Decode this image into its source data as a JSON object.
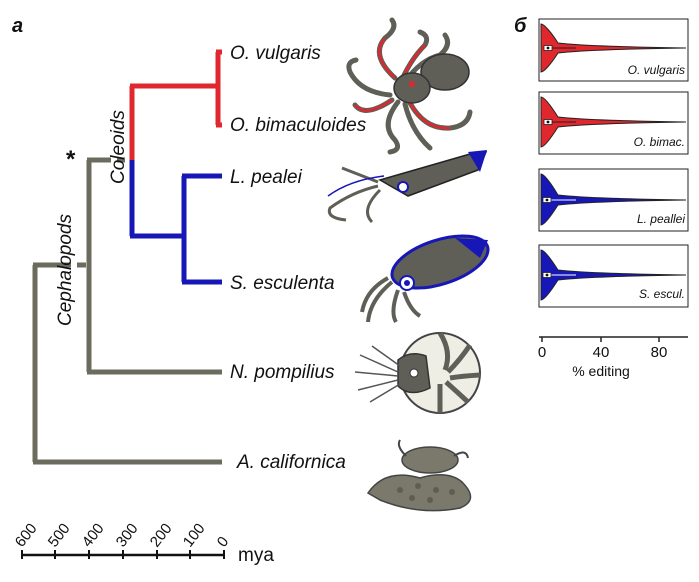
{
  "panel_a": {
    "label": "а",
    "clade_labels": {
      "coleoids": "Coleoids",
      "cephalopods": "Cephalopods"
    },
    "marker": "*",
    "species": [
      {
        "name": "O. vulgaris",
        "color": "#e0272e"
      },
      {
        "name": "O. bimaculoides",
        "color": "#e0272e"
      },
      {
        "name": "L. pealei",
        "color": "#1717b8"
      },
      {
        "name": "S. esculenta",
        "color": "#1717b8"
      },
      {
        "name": "N. pompilius",
        "color": "#6b6b5e"
      },
      {
        "name": "A. californica",
        "color": "#6b6b5e"
      }
    ],
    "time_axis": {
      "ticks": [
        "600",
        "500",
        "400",
        "300",
        "200",
        "100",
        "0"
      ],
      "unit": "mya"
    }
  },
  "panel_b": {
    "label": "б",
    "xlabel": "% editing",
    "xticks": [
      "0",
      "40",
      "80"
    ],
    "violins": [
      {
        "name": "O. vulgaris",
        "color": "#e0272e"
      },
      {
        "name": "O. bimac.",
        "color": "#e0272e"
      },
      {
        "name": "L. peallei",
        "color": "#1717b8"
      },
      {
        "name": "S. escul.",
        "color": "#1717b8"
      }
    ]
  },
  "colors": {
    "branch_gray": "#6b6b5e",
    "red": "#e0272e",
    "blue": "#1717b8"
  }
}
